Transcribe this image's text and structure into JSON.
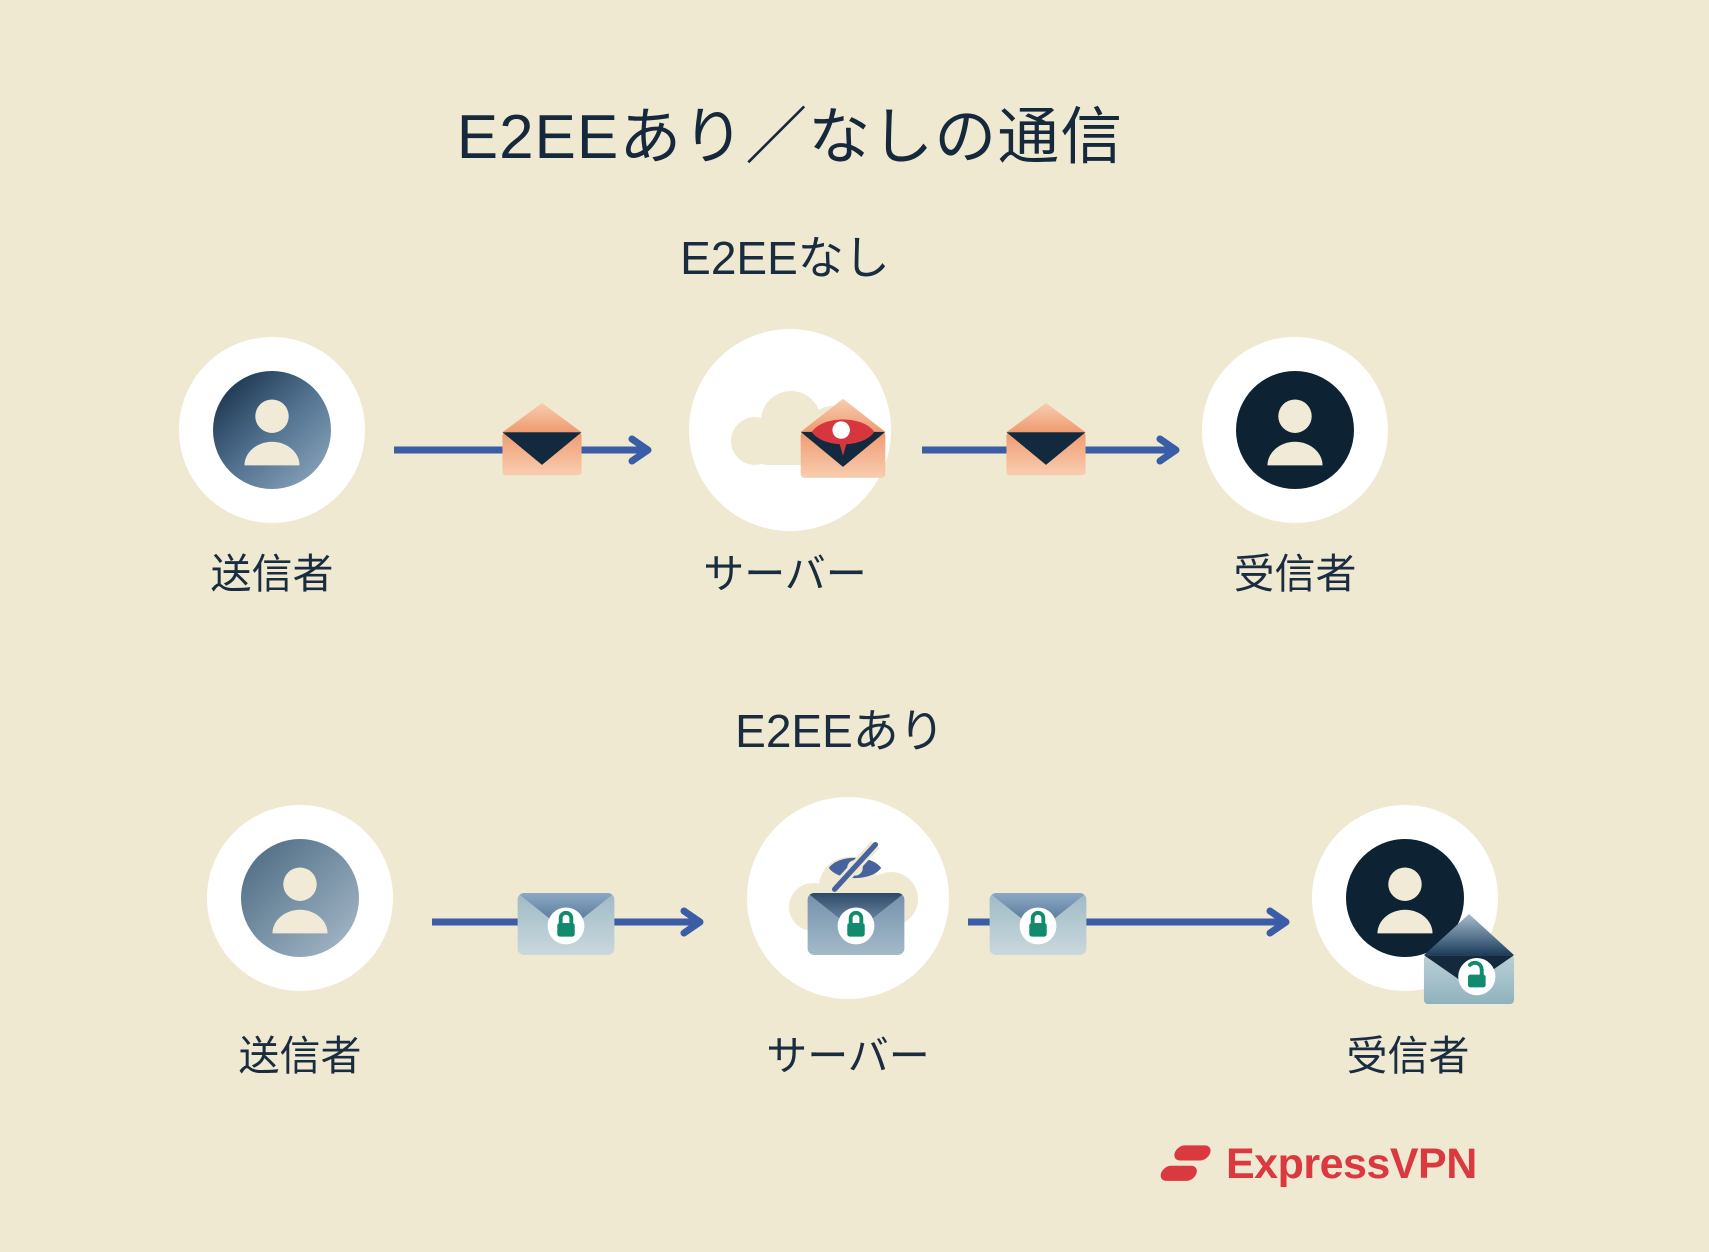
{
  "title": "E2EEあり／なしの通信",
  "sections": [
    {
      "id": "without-e2ee",
      "heading": "E2EEなし",
      "nodes": [
        {
          "role": "sender",
          "label": "送信者"
        },
        {
          "role": "server",
          "label": "サーバー"
        },
        {
          "role": "receiver",
          "label": "受信者"
        }
      ]
    },
    {
      "id": "with-e2ee",
      "heading": "E2EEあり",
      "nodes": [
        {
          "role": "sender",
          "label": "送信者"
        },
        {
          "role": "server",
          "label": "サーバー"
        },
        {
          "role": "receiver",
          "label": "受信者"
        }
      ]
    }
  ],
  "brand": {
    "name": "ExpressVPN"
  },
  "icons": {
    "sender_avatar": "person-in-circle",
    "receiver_avatar": "person-in-dark-circle",
    "server_cloud": "cloud",
    "plain_message": "open-envelope",
    "intercepted_message": "open-envelope-with-eye",
    "encrypted_message": "closed-envelope-with-lock",
    "hidden_from_server": "eye-slash",
    "decrypted_message": "open-envelope-with-unlocked-padlock",
    "flow_arrow": "right-arrow",
    "brand_mark": "expressvpn-logomark"
  },
  "colors": {
    "background": "#f0e9d2",
    "text_navy": "#1a2c3f",
    "dark_navy": "#13293d",
    "arrow_blue": "#3b5ca6",
    "envelope_warm": "#ef9b70",
    "envelope_warm_light": "#f8cdb0",
    "eye_red": "#d8363f",
    "lock_teal": "#118a6d",
    "eye_slash_blue": "#46639e",
    "envelope_cool_body": "#bccfd6",
    "envelope_cool_flap": "#48688c",
    "halo_white": "#ffffff",
    "brand_red": "#da3940"
  }
}
